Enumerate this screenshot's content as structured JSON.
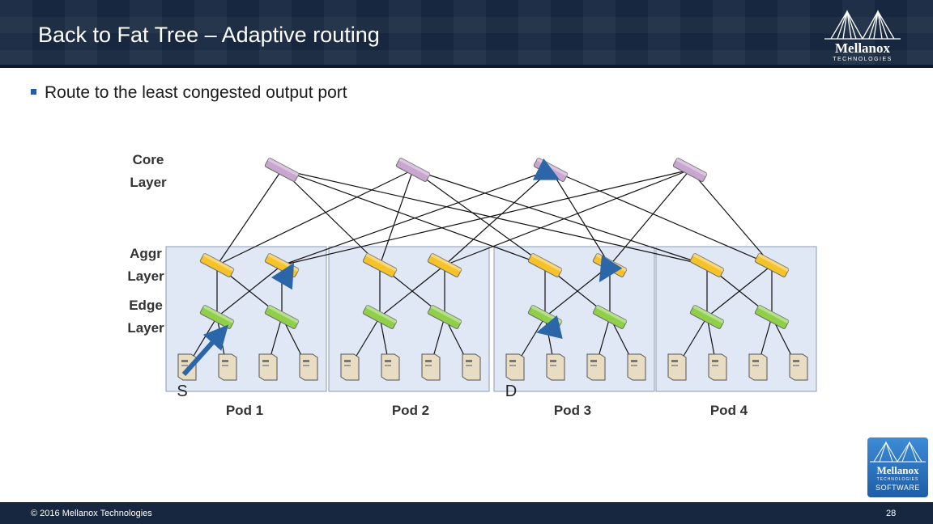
{
  "slide": {
    "title": "Back to Fat Tree – Adaptive routing",
    "bullet": "Route to the least congested output port"
  },
  "logo": {
    "brand": "Mellanox",
    "sub": "TECHNOLOGIES"
  },
  "badge": {
    "brand": "Mellanox",
    "sub": "TECHNOLOGIES",
    "label": "SOFTWARE"
  },
  "footer": {
    "copyright": "© 2016 Mellanox Technologies",
    "page": "28"
  },
  "diagram": {
    "layers": {
      "core": [
        "Core",
        "Layer"
      ],
      "aggr": [
        "Aggr",
        "Layer"
      ],
      "edge": [
        "Edge",
        "Layer"
      ]
    },
    "pods": [
      "Pod 1",
      "Pod 2",
      "Pod 3",
      "Pod 4"
    ],
    "source_label": "S",
    "dest_label": "D",
    "colors": {
      "core": "#c9a6cf",
      "aggr": "#f5c22a",
      "edge": "#8fcf4a",
      "pod_bg": "#dfe8f4",
      "pod_border": "#8a9db5",
      "arrow": "#2b66a8"
    }
  }
}
